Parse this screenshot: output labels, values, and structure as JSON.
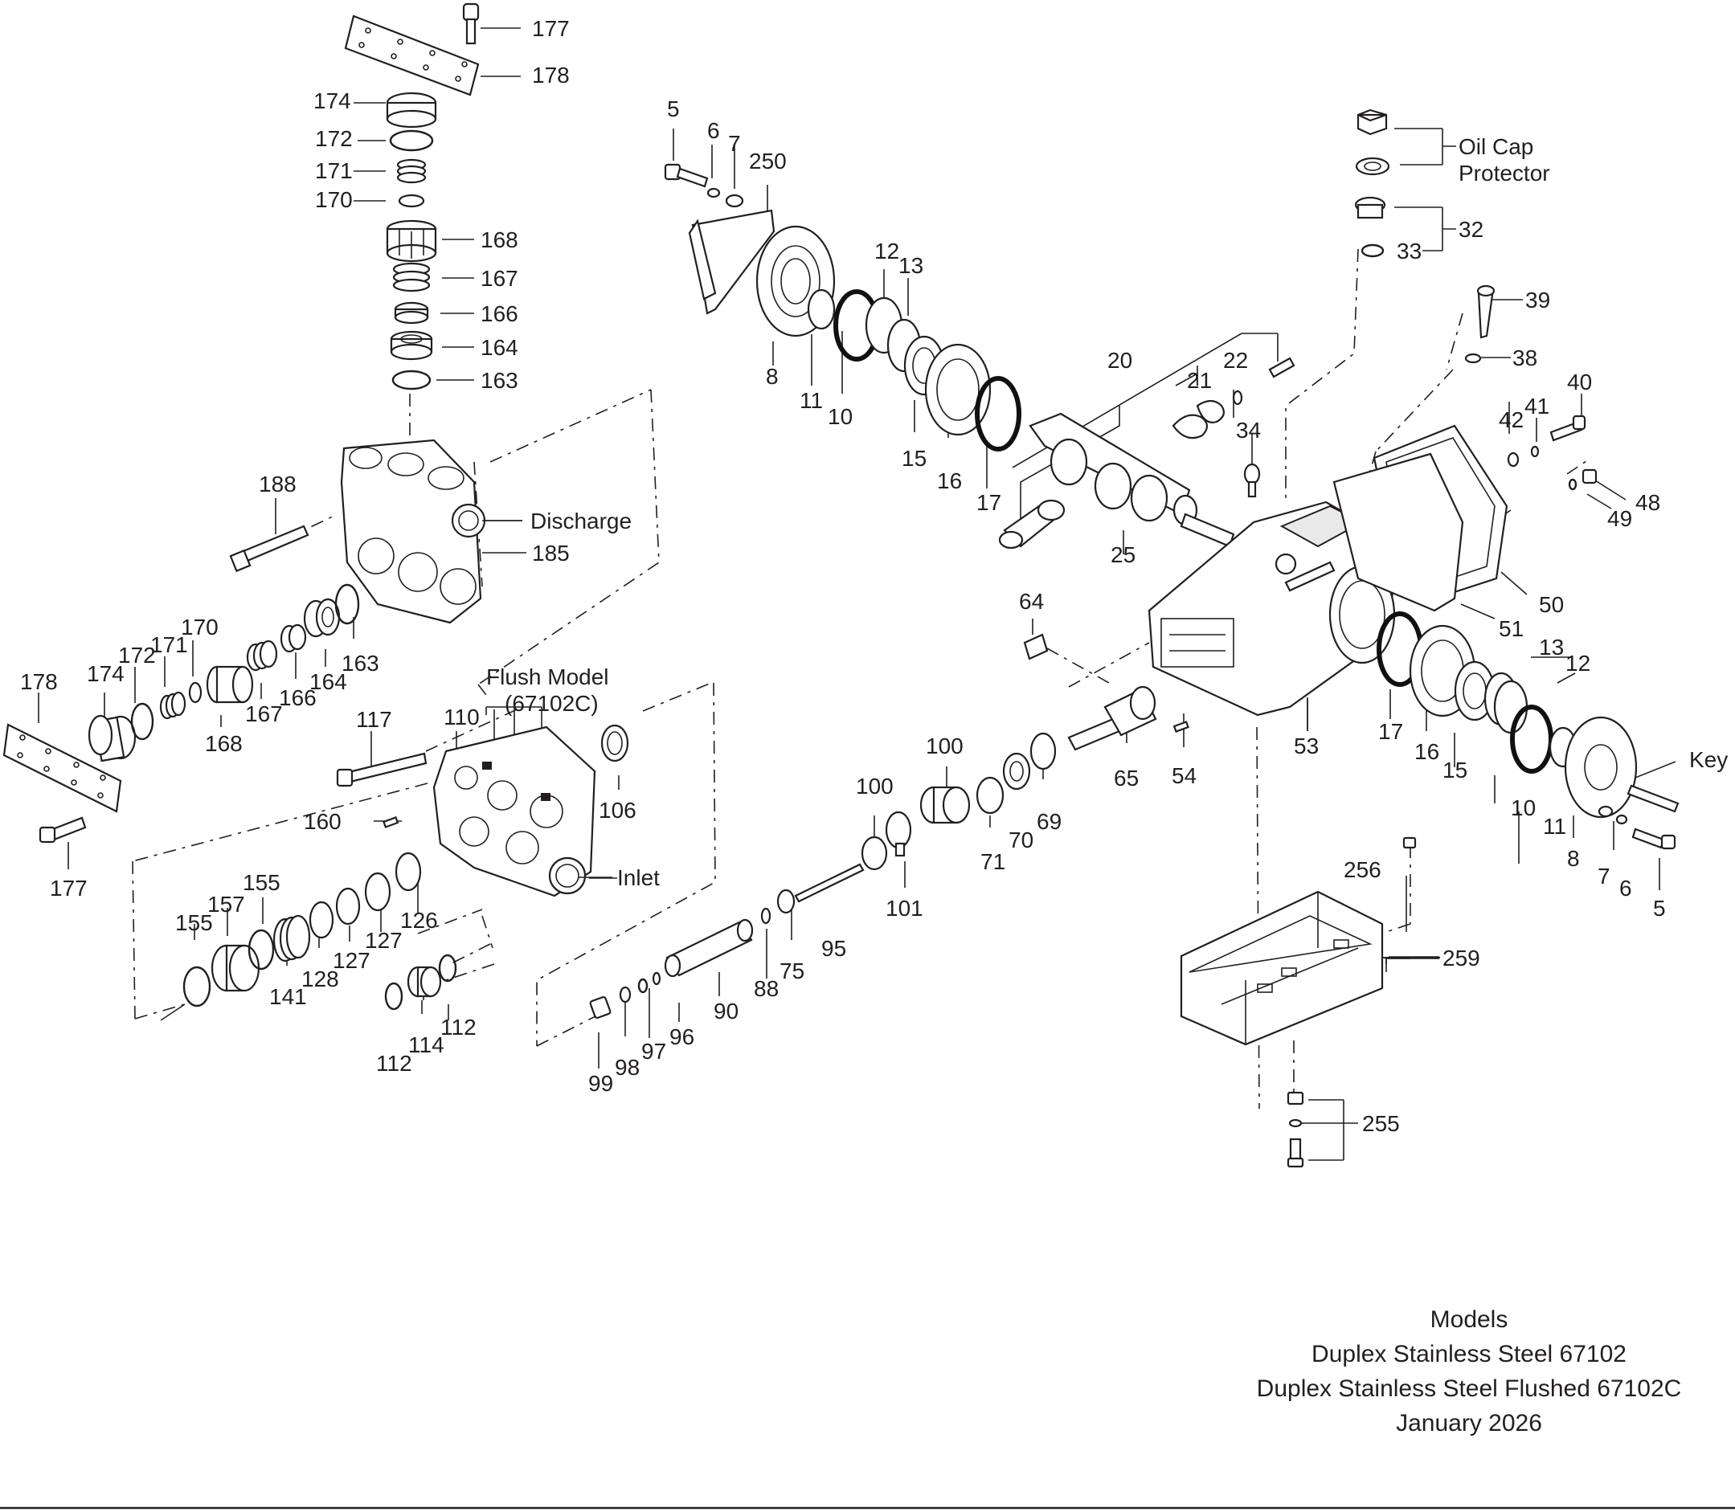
{
  "callouts": [
    {
      "id": "c177a",
      "text": "177"
    },
    {
      "id": "c178a",
      "text": "178"
    },
    {
      "id": "c174a",
      "text": "174"
    },
    {
      "id": "c172a",
      "text": "172"
    },
    {
      "id": "c171a",
      "text": "171"
    },
    {
      "id": "c170a",
      "text": "170"
    },
    {
      "id": "c168a",
      "text": "168"
    },
    {
      "id": "c167a",
      "text": "167"
    },
    {
      "id": "c166a",
      "text": "166"
    },
    {
      "id": "c164a",
      "text": "164"
    },
    {
      "id": "c163a",
      "text": "163"
    },
    {
      "id": "c188",
      "text": "188"
    },
    {
      "id": "c185",
      "text": "185"
    },
    {
      "id": "c178b",
      "text": "178"
    },
    {
      "id": "c174b",
      "text": "174"
    },
    {
      "id": "c172b",
      "text": "172"
    },
    {
      "id": "c171b",
      "text": "171"
    },
    {
      "id": "c170b",
      "text": "170"
    },
    {
      "id": "c168b",
      "text": "168"
    },
    {
      "id": "c167b",
      "text": "167"
    },
    {
      "id": "c166b",
      "text": "166"
    },
    {
      "id": "c164b",
      "text": "164"
    },
    {
      "id": "c163b",
      "text": "163"
    },
    {
      "id": "c177b",
      "text": "177"
    },
    {
      "id": "c117",
      "text": "117"
    },
    {
      "id": "c110",
      "text": "110"
    },
    {
      "id": "c160",
      "text": "160"
    },
    {
      "id": "c106",
      "text": "106"
    },
    {
      "id": "c155a",
      "text": "155"
    },
    {
      "id": "c157",
      "text": "157"
    },
    {
      "id": "c155b",
      "text": "155"
    },
    {
      "id": "c141",
      "text": "141"
    },
    {
      "id": "c128",
      "text": "128"
    },
    {
      "id": "c127a",
      "text": "127"
    },
    {
      "id": "c127b",
      "text": "127"
    },
    {
      "id": "c126",
      "text": "126"
    },
    {
      "id": "c112a",
      "text": "112"
    },
    {
      "id": "c114",
      "text": "114"
    },
    {
      "id": "c112b",
      "text": "112"
    },
    {
      "id": "c99",
      "text": "99"
    },
    {
      "id": "c98",
      "text": "98"
    },
    {
      "id": "c97",
      "text": "97"
    },
    {
      "id": "c96",
      "text": "96"
    },
    {
      "id": "c90",
      "text": "90"
    },
    {
      "id": "c88",
      "text": "88"
    },
    {
      "id": "c75",
      "text": "75"
    },
    {
      "id": "c95",
      "text": "95"
    },
    {
      "id": "c101",
      "text": "101"
    },
    {
      "id": "c100a",
      "text": "100"
    },
    {
      "id": "c100b",
      "text": "100"
    },
    {
      "id": "c71",
      "text": "71"
    },
    {
      "id": "c70",
      "text": "70"
    },
    {
      "id": "c69",
      "text": "69"
    },
    {
      "id": "c64",
      "text": "64"
    },
    {
      "id": "c65",
      "text": "65"
    },
    {
      "id": "c54",
      "text": "54"
    },
    {
      "id": "c53",
      "text": "53"
    },
    {
      "id": "c5a",
      "text": "5"
    },
    {
      "id": "c6a",
      "text": "6"
    },
    {
      "id": "c7a",
      "text": "7"
    },
    {
      "id": "c250",
      "text": "250"
    },
    {
      "id": "c8a",
      "text": "8"
    },
    {
      "id": "c11a",
      "text": "11"
    },
    {
      "id": "c10a",
      "text": "10"
    },
    {
      "id": "c12a",
      "text": "12"
    },
    {
      "id": "c13a",
      "text": "13"
    },
    {
      "id": "c15a",
      "text": "15"
    },
    {
      "id": "c16a",
      "text": "16"
    },
    {
      "id": "c17a",
      "text": "17"
    },
    {
      "id": "c20",
      "text": "20"
    },
    {
      "id": "c21",
      "text": "21"
    },
    {
      "id": "c22",
      "text": "22"
    },
    {
      "id": "c25",
      "text": "25"
    },
    {
      "id": "c34",
      "text": "34"
    },
    {
      "id": "c32",
      "text": "32"
    },
    {
      "id": "c33",
      "text": "33"
    },
    {
      "id": "c39",
      "text": "39"
    },
    {
      "id": "c38",
      "text": "38"
    },
    {
      "id": "c40",
      "text": "40"
    },
    {
      "id": "c41",
      "text": "41"
    },
    {
      "id": "c42",
      "text": "42"
    },
    {
      "id": "c48",
      "text": "48"
    },
    {
      "id": "c49",
      "text": "49"
    },
    {
      "id": "c50",
      "text": "50"
    },
    {
      "id": "c51",
      "text": "51"
    },
    {
      "id": "c13b",
      "text": "13"
    },
    {
      "id": "c12b",
      "text": "12"
    },
    {
      "id": "c17b",
      "text": "17"
    },
    {
      "id": "c16b",
      "text": "16"
    },
    {
      "id": "c15b",
      "text": "15"
    },
    {
      "id": "c10b",
      "text": "10"
    },
    {
      "id": "c11b",
      "text": "11"
    },
    {
      "id": "c8b",
      "text": "8"
    },
    {
      "id": "c7b",
      "text": "7"
    },
    {
      "id": "c6b",
      "text": "6"
    },
    {
      "id": "c5b",
      "text": "5"
    },
    {
      "id": "c256",
      "text": "256"
    },
    {
      "id": "c259",
      "text": "259"
    },
    {
      "id": "c255",
      "text": "255"
    }
  ],
  "labels": {
    "discharge": "Discharge",
    "inlet": "Inlet",
    "flush_model_line1": "Flush Model",
    "flush_model_line2": "(67102C)",
    "oil_cap_line1": "Oil Cap",
    "oil_cap_line2": "Protector",
    "key": "Key"
  },
  "footer": {
    "line1": "Models",
    "line2": "Duplex Stainless Steel 67102",
    "line3": "Duplex Stainless Steel Flushed 67102C",
    "line4": "January 2026"
  }
}
